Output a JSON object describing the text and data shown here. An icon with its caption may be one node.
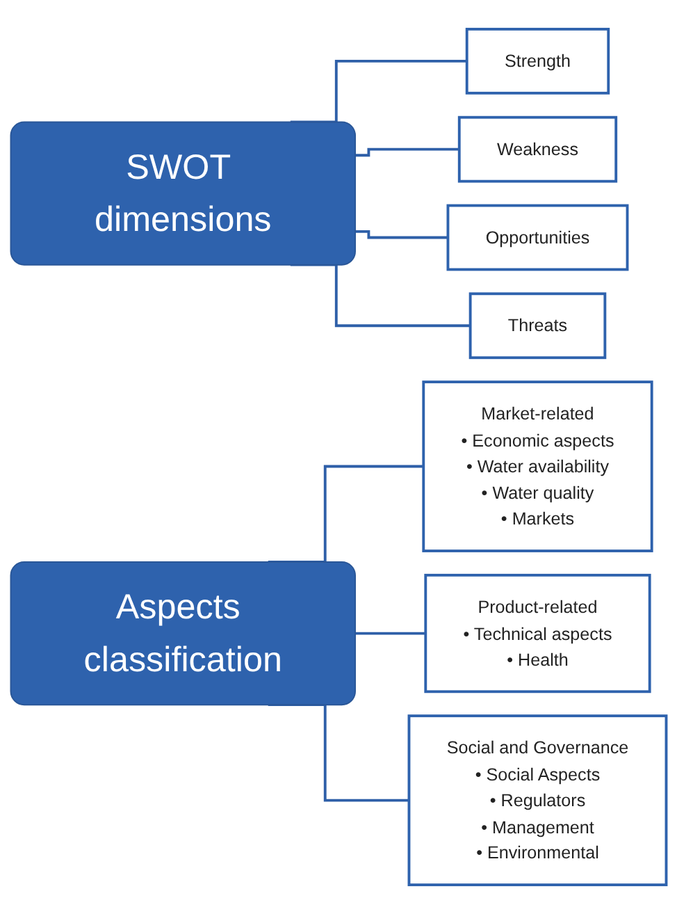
{
  "diagram": {
    "nodes": [
      {
        "text": [
          "SWOT dimensions"
        ]
      },
      {
        "text": [
          "Strength"
        ]
      },
      {
        "text": [
          "Weakness"
        ]
      },
      {
        "text": [
          "Opportunities"
        ]
      },
      {
        "text": [
          "Threats"
        ]
      },
      {
        "text": [
          "Aspects classification"
        ]
      },
      {
        "text": [
          "Market-related",
          "• Economic aspects",
          "• Water availability",
          "• Water quality",
          "• Markets"
        ]
      },
      {
        "text": [
          "Product-related",
          "• Technical aspects",
          "• Health"
        ]
      },
      {
        "text": [
          "Social and Governance",
          "• Social Aspects",
          "• Regulators",
          "• Management",
          "• Environmental"
        ]
      }
    ],
    "edges": [
      {
        "from": 0,
        "to": 1,
        "arrow": "none"
      },
      {
        "from": 0,
        "to": 2,
        "arrow": "none"
      },
      {
        "from": 0,
        "to": 3,
        "arrow": "none"
      },
      {
        "from": 0,
        "to": 4,
        "arrow": "none"
      },
      {
        "from": 5,
        "to": 6,
        "arrow": "none"
      },
      {
        "from": 5,
        "to": 7,
        "arrow": "none"
      },
      {
        "from": 5,
        "to": 8,
        "arrow": "none"
      }
    ]
  }
}
